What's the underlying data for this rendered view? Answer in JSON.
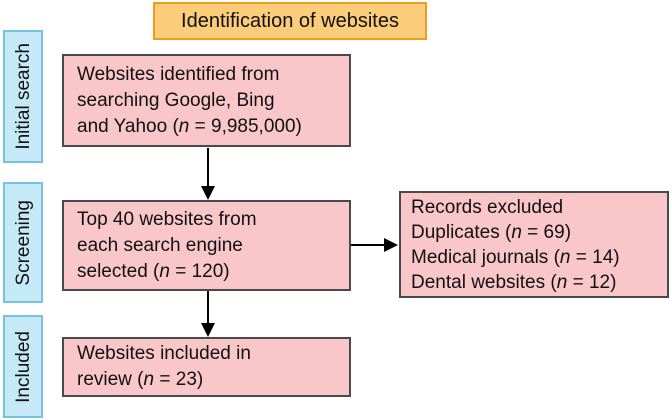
{
  "title": {
    "label": "Identification of websites"
  },
  "stages": [
    {
      "label": "Initial search"
    },
    {
      "label": "Screening"
    },
    {
      "label": "Included"
    }
  ],
  "boxes": {
    "identified": {
      "lines": [
        "Websites identified from",
        "searching Google, Bing",
        "and Yahoo (n = 9,985,000)"
      ]
    },
    "screened": {
      "lines": [
        "Top 40 websites from",
        "each search engine",
        "selected (n = 120)"
      ]
    },
    "excluded": {
      "lines": [
        "Records excluded",
        "Duplicates (n = 69)",
        "Medical journals (n = 14)",
        "Dental websites (n = 12)"
      ]
    },
    "included": {
      "lines": [
        "Websites included in",
        "review (n = 23)"
      ]
    }
  },
  "colors": {
    "box_fill": "#f9c6ca",
    "box_border": "#4a4a4a",
    "title_fill": "#fbcc79",
    "title_border": "#f29c1f",
    "stage_fill": "#c6e9f8",
    "stage_border": "#74c2e4",
    "arrow": "#000000",
    "text": "#111111",
    "background": "#ffffff"
  }
}
